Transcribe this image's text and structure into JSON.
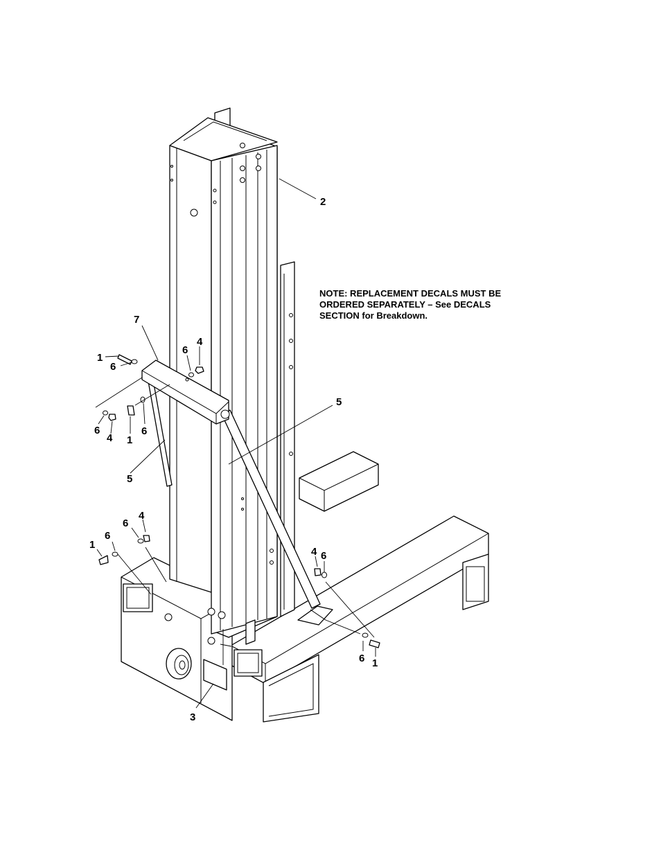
{
  "note": {
    "line1": "NOTE: REPLACEMENT DECALS MUST BE",
    "line2": "ORDERED SEPARATELY – See DECALS",
    "line3": "SECTION for Breakdown."
  },
  "callouts": [
    {
      "id": "c2",
      "text": "2"
    },
    {
      "id": "c7",
      "text": "7"
    },
    {
      "id": "c1a",
      "text": "1"
    },
    {
      "id": "c6a",
      "text": "6"
    },
    {
      "id": "c6b",
      "text": "6"
    },
    {
      "id": "c4a",
      "text": "4"
    },
    {
      "id": "c5a",
      "text": "5"
    },
    {
      "id": "c6c",
      "text": "6"
    },
    {
      "id": "c4b",
      "text": "4"
    },
    {
      "id": "c1b",
      "text": "1"
    },
    {
      "id": "c6d",
      "text": "6"
    },
    {
      "id": "c5b",
      "text": "5"
    },
    {
      "id": "c4c",
      "text": "4"
    },
    {
      "id": "c6e",
      "text": "6"
    },
    {
      "id": "c6f",
      "text": "6"
    },
    {
      "id": "c1c",
      "text": "1"
    },
    {
      "id": "c4d",
      "text": "4"
    },
    {
      "id": "c6g",
      "text": "6"
    },
    {
      "id": "c6h",
      "text": "6"
    },
    {
      "id": "c1d",
      "text": "1"
    },
    {
      "id": "c3",
      "text": "3"
    }
  ]
}
